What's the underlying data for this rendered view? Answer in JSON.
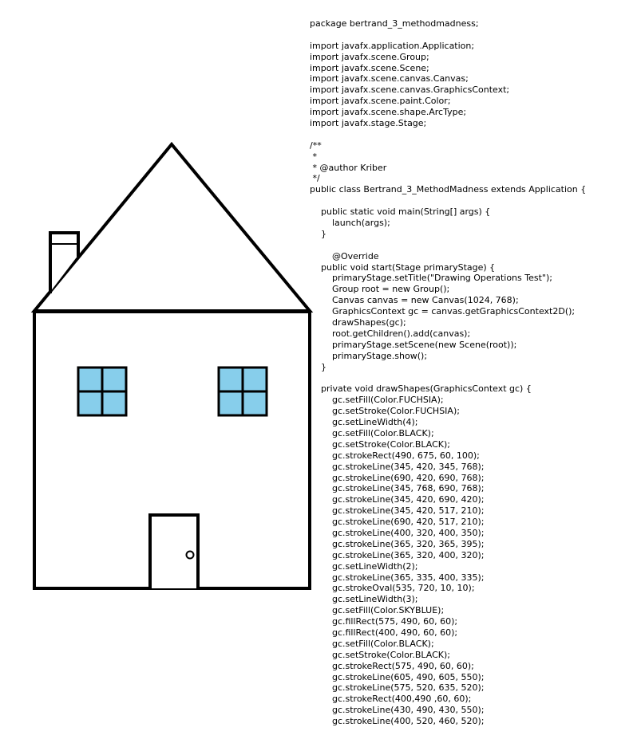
{
  "house": {
    "stroke_color": "#000000",
    "window_fill": "#87ceeb",
    "wall_fill": "#ffffff"
  },
  "code_lines": [
    "package bertrand_3_methodmadness;",
    "",
    "import javafx.application.Application;",
    "import javafx.scene.Group;",
    "import javafx.scene.Scene;",
    "import javafx.scene.canvas.Canvas;",
    "import javafx.scene.canvas.GraphicsContext;",
    "import javafx.scene.paint.Color;",
    "import javafx.scene.shape.ArcType;",
    "import javafx.stage.Stage;",
    "",
    "/**",
    " *",
    " * @author Kriber",
    " */",
    "public class Bertrand_3_MethodMadness extends Application {",
    "",
    "    public static void main(String[] args) {",
    "        launch(args);",
    "    }",
    "",
    "        @Override",
    "    public void start(Stage primaryStage) {",
    "        primaryStage.setTitle(\"Drawing Operations Test\");",
    "        Group root = new Group();",
    "        Canvas canvas = new Canvas(1024, 768);",
    "        GraphicsContext gc = canvas.getGraphicsContext2D();",
    "        drawShapes(gc);",
    "        root.getChildren().add(canvas);",
    "        primaryStage.setScene(new Scene(root));",
    "        primaryStage.show();",
    "    }",
    "",
    "    private void drawShapes(GraphicsContext gc) {",
    "        gc.setFill(Color.FUCHSIA);",
    "        gc.setStroke(Color.FUCHSIA);",
    "        gc.setLineWidth(4);",
    "        gc.setFill(Color.BLACK);",
    "        gc.setStroke(Color.BLACK);",
    "        gc.strokeRect(490, 675, 60, 100);",
    "        gc.strokeLine(345, 420, 345, 768);",
    "        gc.strokeLine(690, 420, 690, 768);",
    "        gc.strokeLine(345, 768, 690, 768);",
    "        gc.strokeLine(345, 420, 690, 420);",
    "        gc.strokeLine(345, 420, 517, 210);",
    "        gc.strokeLine(690, 420, 517, 210);",
    "        gc.strokeLine(400, 320, 400, 350);",
    "        gc.strokeLine(365, 320, 365, 395);",
    "        gc.strokeLine(365, 320, 400, 320);",
    "        gc.setLineWidth(2);",
    "        gc.strokeLine(365, 335, 400, 335);",
    "        gc.strokeOval(535, 720, 10, 10);",
    "        gc.setLineWidth(3);",
    "        gc.setFill(Color.SKYBLUE);",
    "        gc.fillRect(575, 490, 60, 60);",
    "        gc.fillRect(400, 490, 60, 60);",
    "        gc.setFill(Color.BLACK);",
    "        gc.setStroke(Color.BLACK);",
    "        gc.strokeRect(575, 490, 60, 60);",
    "        gc.strokeLine(605, 490, 605, 550);",
    "        gc.strokeLine(575, 520, 635, 520);",
    "        gc.strokeRect(400,490 ,60, 60);",
    "        gc.strokeLine(430, 490, 430, 550);",
    "        gc.strokeLine(400, 520, 460, 520);"
  ]
}
